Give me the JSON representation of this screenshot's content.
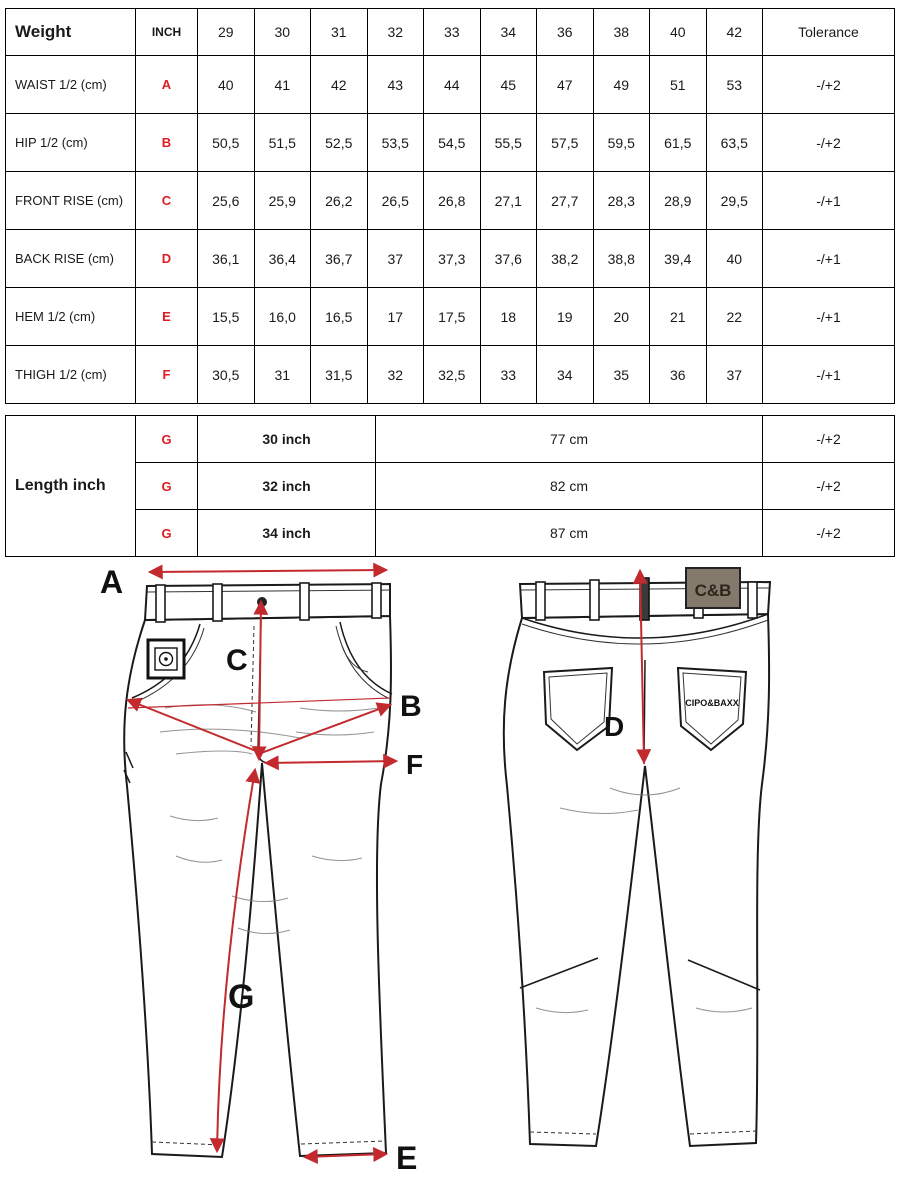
{
  "colors": {
    "table_letter_red": "#e01b22",
    "arrow_red": "#c22a2e",
    "border_black": "#000000"
  },
  "size_table": {
    "header": {
      "col1": "Weight",
      "col2": "INCH",
      "sizes": [
        "29",
        "30",
        "31",
        "32",
        "33",
        "34",
        "36",
        "38",
        "40",
        "42"
      ],
      "tolerance": "Tolerance"
    },
    "rows": [
      {
        "label": "WAIST 1/2 (cm)",
        "letter": "A",
        "values": [
          "40",
          "41",
          "42",
          "43",
          "44",
          "45",
          "47",
          "49",
          "51",
          "53"
        ],
        "tolerance": "-/+2"
      },
      {
        "label": "HIP 1/2 (cm)",
        "letter": "B",
        "values": [
          "50,5",
          "51,5",
          "52,5",
          "53,5",
          "54,5",
          "55,5",
          "57,5",
          "59,5",
          "61,5",
          "63,5"
        ],
        "tolerance": "-/+2"
      },
      {
        "label": "FRONT RISE (cm)",
        "letter": "C",
        "values": [
          "25,6",
          "25,9",
          "26,2",
          "26,5",
          "26,8",
          "27,1",
          "27,7",
          "28,3",
          "28,9",
          "29,5"
        ],
        "tolerance": "-/+1"
      },
      {
        "label": "BACK RISE (cm)",
        "letter": "D",
        "values": [
          "36,1",
          "36,4",
          "36,7",
          "37",
          "37,3",
          "37,6",
          "38,2",
          "38,8",
          "39,4",
          "40"
        ],
        "tolerance": "-/+1"
      },
      {
        "label": "HEM 1/2 (cm)",
        "letter": "E",
        "values": [
          "15,5",
          "16,0",
          "16,5",
          "17",
          "17,5",
          "18",
          "19",
          "20",
          "21",
          "22"
        ],
        "tolerance": "-/+1"
      },
      {
        "label": "THIGH 1/2 (cm)",
        "letter": "F",
        "values": [
          "30,5",
          "31",
          "31,5",
          "32",
          "32,5",
          "33",
          "34",
          "35",
          "36",
          "37"
        ],
        "tolerance": "-/+1"
      }
    ]
  },
  "length_table": {
    "label": "Length inch",
    "rows": [
      {
        "letter": "G",
        "inch": "30 inch",
        "cm": "77 cm",
        "tolerance": "-/+2"
      },
      {
        "letter": "G",
        "inch": "32 inch",
        "cm": "82 cm",
        "tolerance": "-/+2"
      },
      {
        "letter": "G",
        "inch": "34 inch",
        "cm": "87 cm",
        "tolerance": "-/+2"
      }
    ]
  },
  "diagram": {
    "labels": {
      "a": "A",
      "b": "B",
      "c": "C",
      "d": "D",
      "e": "E",
      "f": "F",
      "g": "G"
    },
    "patch_text": "C&B",
    "pocket_text": "CIPO&BAXX"
  }
}
